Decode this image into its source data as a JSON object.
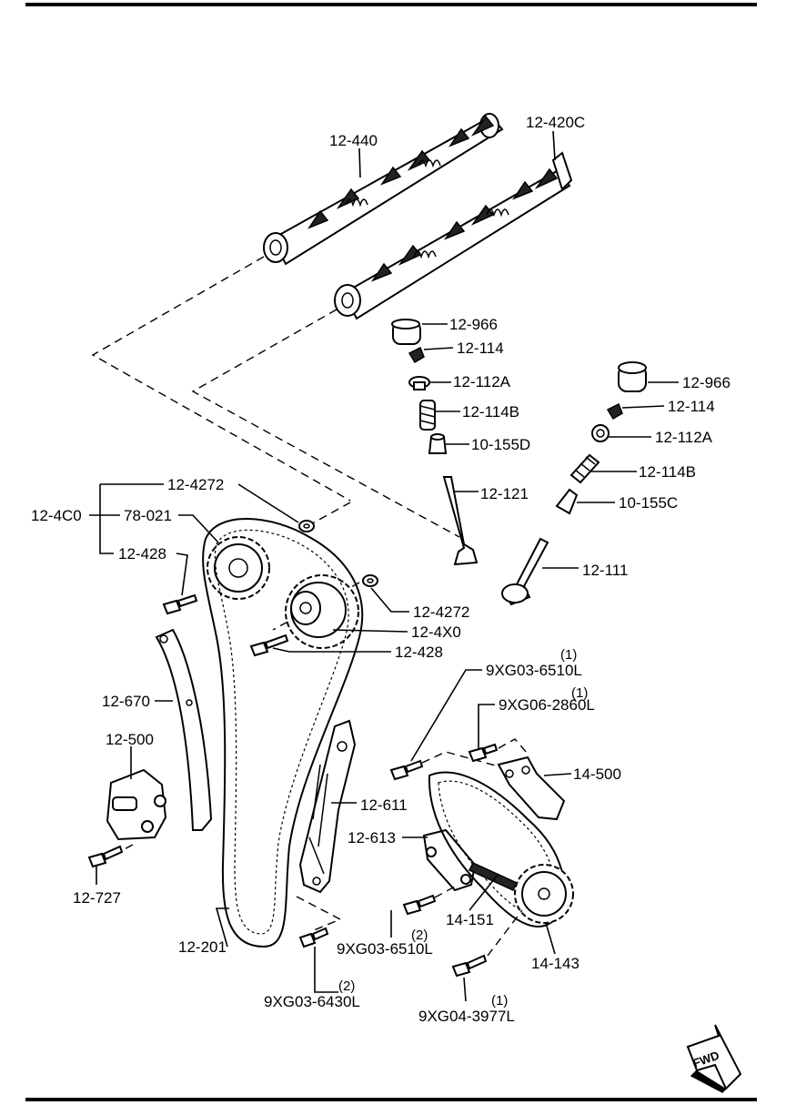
{
  "labels": {
    "camshaft_exhaust": "12-440",
    "camshaft_intake": "12-420C",
    "tappet_1": "12-966",
    "tappet_2": "12-966",
    "cotter_1": "12-114",
    "cotter_2": "12-114",
    "spring_seat_1": "12-112A",
    "spring_seat_2": "12-112A",
    "spring_1": "12-114B",
    "spring_2": "12-114B",
    "seal_1": "10-155D",
    "seal_2": "10-155C",
    "valve_exhaust": "12-121",
    "valve_intake": "12-111",
    "washer_top": "12-4272",
    "washer_right": "12-4272",
    "sprocket_assy": "12-4C0",
    "sprocket": "78-021",
    "bolt_left": "12-428",
    "bolt_right": "12-428",
    "vvt_sprocket": "12-4X0",
    "guide_left": "12-670",
    "tensioner": "12-500",
    "tensioner_bolt": "12-727",
    "timing_chain": "12-201",
    "guide_right": "12-611",
    "bolt_guide": "9XG03-6430L",
    "bolt_guide_qty": "(2)",
    "oil_pump_tensioner": "12-613",
    "bolt_opt": "9XG03-6510L",
    "bolt_opt_qty": "(2)",
    "oil_pump_chain": "14-151",
    "oil_pump_sprocket": "14-143",
    "bolt_sprocket": "9XG04-3977L",
    "bolt_sprocket_qty": "(1)",
    "bolt_top": "9XG03-6510L",
    "bolt_top_qty": "(1)",
    "bolt_bracket": "9XG06-2860L",
    "bolt_bracket_qty": "(1)",
    "bracket": "14-500"
  },
  "fwd_label": "FWD"
}
